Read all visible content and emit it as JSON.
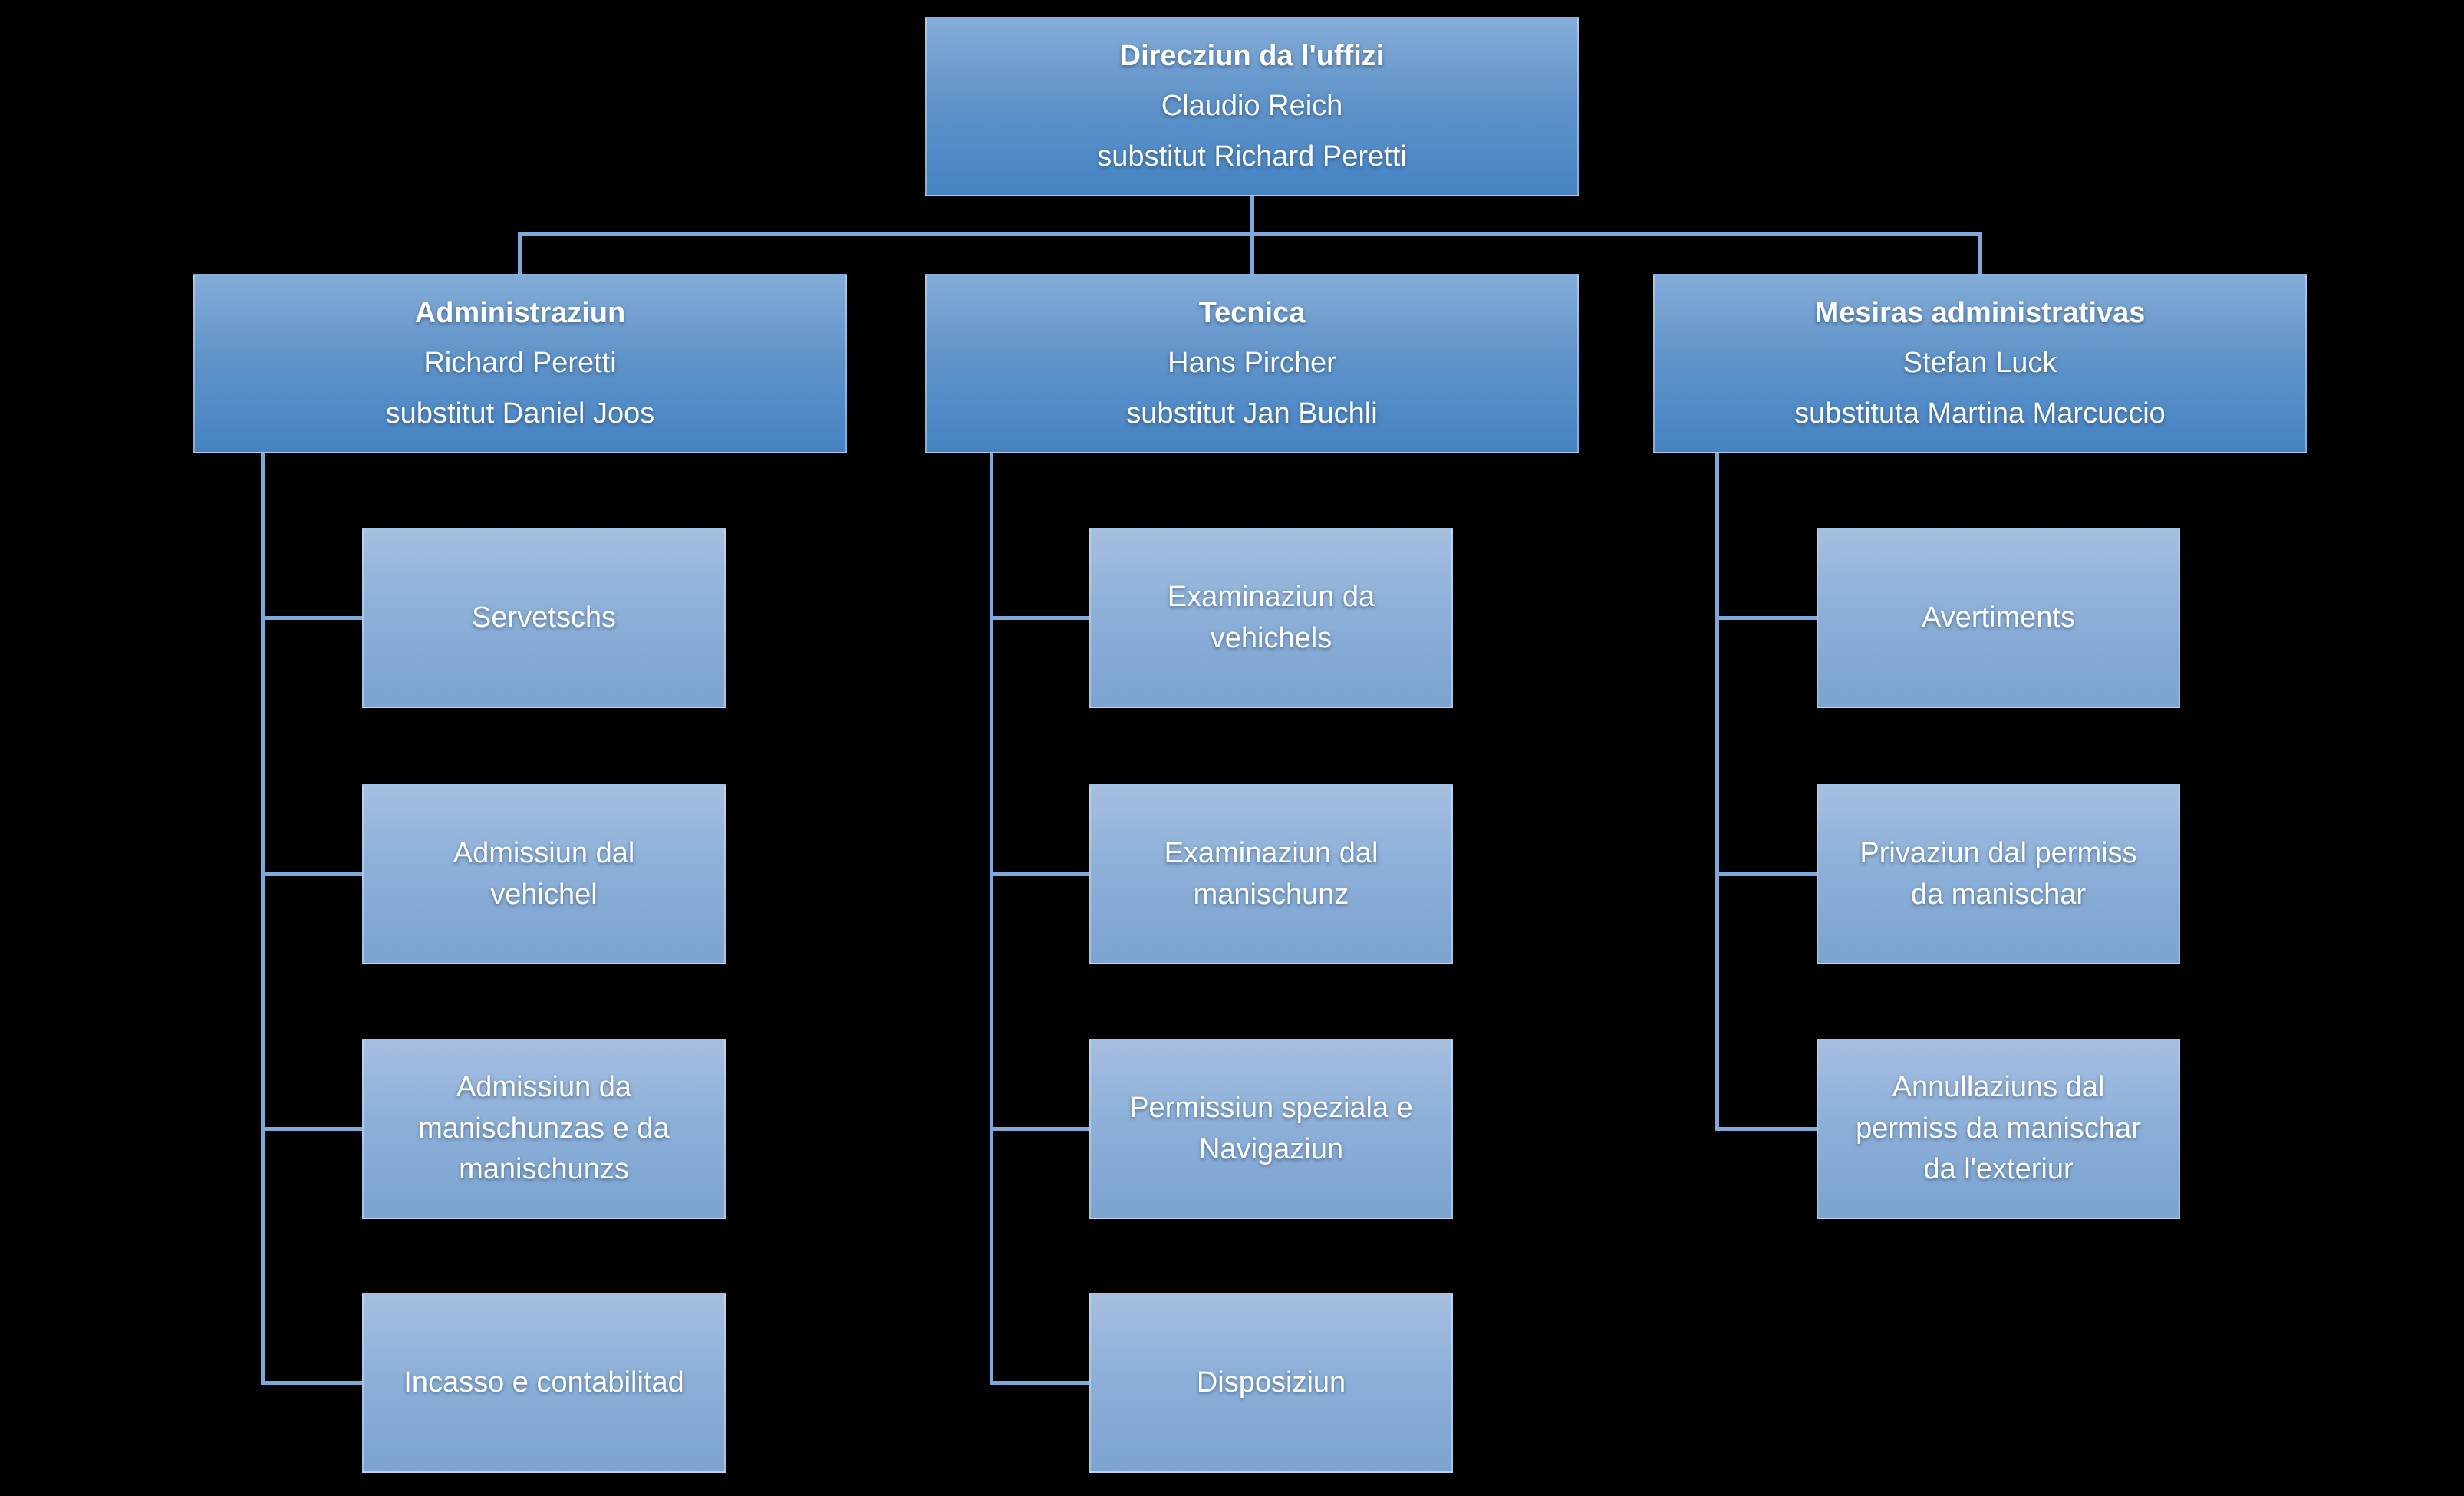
{
  "diagram": {
    "kind": "organizational-chart",
    "colors": {
      "background": "#000000",
      "connector": "#7ea9da",
      "branch_gradient_top": "#85acd8",
      "branch_gradient_bottom": "#4583c3",
      "leaf_gradient_top": "#a6bfe1",
      "leaf_gradient_bottom": "#7ba4d0",
      "text": "#ffffff"
    }
  },
  "org": {
    "root": {
      "title": "Direcziun da l'uffizi",
      "person": "Claudio Reich",
      "substitute": "substitut Richard Peretti"
    },
    "departments": [
      {
        "title": "Administraziun",
        "person": "Richard Peretti",
        "substitute": "substitut Daniel Joos",
        "units": [
          "Servetschs",
          "Admissiun dal vehichel",
          "Admissiun da manischunzas e da manischunzs",
          "Incasso e contabilitad"
        ]
      },
      {
        "title": "Tecnica",
        "person": "Hans Pircher",
        "substitute": "substitut Jan Buchli",
        "units": [
          "Examinaziun da vehichels",
          "Examinaziun dal manischunz",
          "Permissiun speziala e Navigaziun",
          "Disposiziun"
        ]
      },
      {
        "title": "Mesiras administrativas",
        "person": "Stefan Luck",
        "substitute": "substituta Martina Marcuccio",
        "units": [
          "Avertiments",
          "Privaziun dal permiss da manischar",
          "Annullaziuns  dal permiss da manischar da l'exteriur"
        ]
      }
    ]
  }
}
